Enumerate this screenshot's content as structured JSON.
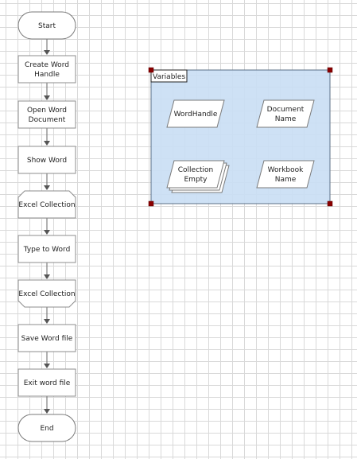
{
  "flowchart": {
    "nodes": [
      {
        "id": "start",
        "label": [
          "Start"
        ],
        "shape": "terminal",
        "name": "start-terminal"
      },
      {
        "id": "create-word-handle",
        "label": [
          "Create Word",
          "Handle"
        ],
        "shape": "process",
        "name": "create-word-handle-node"
      },
      {
        "id": "open-word-document",
        "label": [
          "Open Word",
          "Document"
        ],
        "shape": "process",
        "name": "open-word-document-node"
      },
      {
        "id": "show-word",
        "label": [
          "Show Word"
        ],
        "shape": "process",
        "name": "show-word-node"
      },
      {
        "id": "excel-collection-loop-start",
        "label": [
          "Excel Collection"
        ],
        "shape": "loop-start",
        "name": "excel-collection-loop-start-node"
      },
      {
        "id": "type-to-word",
        "label": [
          "Type to Word"
        ],
        "shape": "process",
        "name": "type-to-word-node"
      },
      {
        "id": "excel-collection-loop-end",
        "label": [
          "Excel Collection"
        ],
        "shape": "loop-end",
        "name": "excel-collection-loop-end-node"
      },
      {
        "id": "save-word-file",
        "label": [
          "Save Word file"
        ],
        "shape": "process",
        "name": "save-word-file-node"
      },
      {
        "id": "exit-word-file",
        "label": [
          "Exit word file"
        ],
        "shape": "process",
        "name": "exit-word-file-node"
      },
      {
        "id": "end",
        "label": [
          "End"
        ],
        "shape": "terminal",
        "name": "end-terminal"
      }
    ],
    "edges": [
      {
        "from": "start",
        "to": "create-word-handle"
      },
      {
        "from": "create-word-handle",
        "to": "open-word-document"
      },
      {
        "from": "open-word-document",
        "to": "show-word"
      },
      {
        "from": "show-word",
        "to": "excel-collection-loop-start"
      },
      {
        "from": "excel-collection-loop-start",
        "to": "type-to-word"
      },
      {
        "from": "type-to-word",
        "to": "excel-collection-loop-end"
      },
      {
        "from": "excel-collection-loop-end",
        "to": "save-word-file"
      },
      {
        "from": "save-word-file",
        "to": "exit-word-file"
      },
      {
        "from": "exit-word-file",
        "to": "end"
      }
    ]
  },
  "variables_block": {
    "title": "Variables",
    "items": [
      {
        "id": "word-handle",
        "label": [
          "WordHandle"
        ],
        "kind": "data",
        "name": "wordhandle-data-item"
      },
      {
        "id": "document-name",
        "label": [
          "Document",
          "Name"
        ],
        "kind": "data",
        "name": "document-name-data-item"
      },
      {
        "id": "collection-empty",
        "label": [
          "Collection",
          "Empty"
        ],
        "kind": "collection",
        "name": "collection-empty-collection-item"
      },
      {
        "id": "workbook-name",
        "label": [
          "Workbook",
          "Name"
        ],
        "kind": "data",
        "name": "workbook-name-data-item"
      }
    ]
  },
  "colors": {
    "block_fill": "#c9def4",
    "handle": "#8b0000",
    "grid": "#d9d9d9"
  }
}
